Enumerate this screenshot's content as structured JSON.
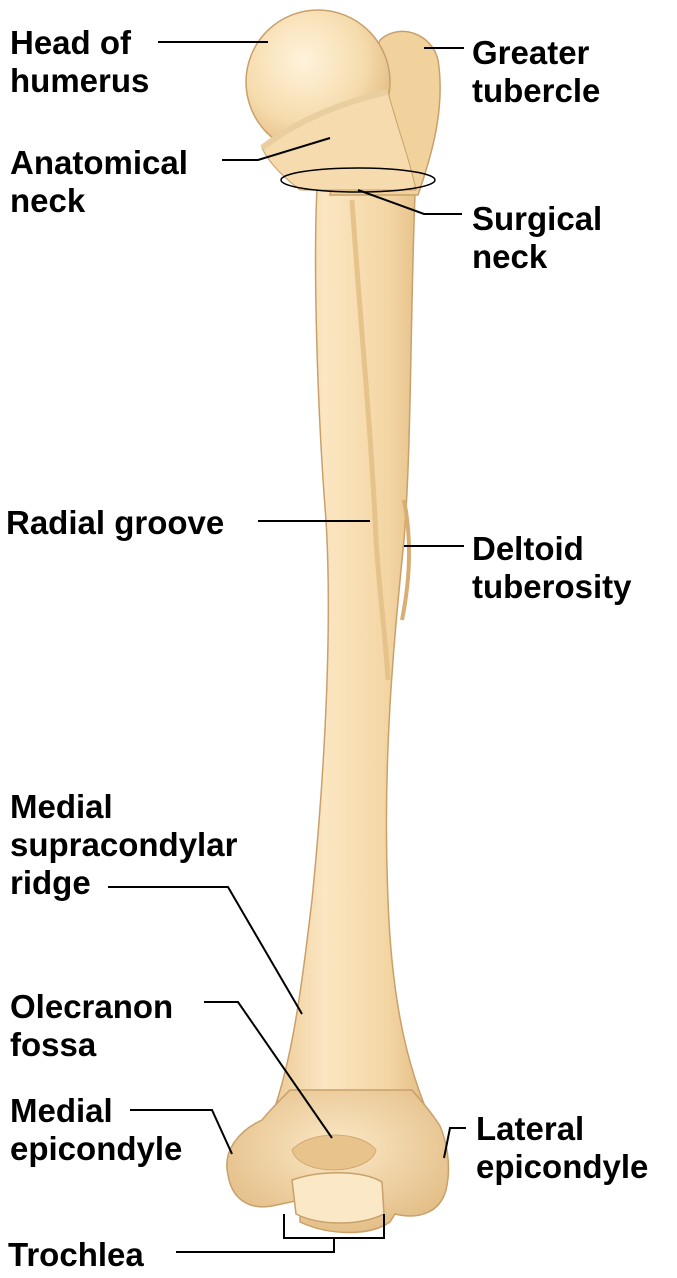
{
  "labels": {
    "head_of_humerus": [
      "Head of",
      "humerus"
    ],
    "greater_tubercle": [
      "Greater",
      "tubercle"
    ],
    "anatomical_neck": [
      "Anatomical",
      "neck"
    ],
    "surgical_neck": [
      "Surgical",
      "neck"
    ],
    "radial_groove": [
      "Radial groove"
    ],
    "deltoid_tuberosity": [
      "Deltoid",
      "tuberosity"
    ],
    "medial_supracondylar_ridge": [
      "Medial",
      "supracondylar",
      "ridge"
    ],
    "olecranon_fossa": [
      "Olecranon",
      "fossa"
    ],
    "medial_epicondyle": [
      "Medial",
      "epicondyle"
    ],
    "lateral_epicondyle": [
      "Lateral",
      "epicondyle"
    ],
    "trochlea": [
      "Trochlea"
    ]
  },
  "colors": {
    "bone_fill": "#f4d6a4",
    "bone_light": "#fbe8c6",
    "bone_shadow": "#dfb77d",
    "bone_outline": "#c9a06a",
    "leader_line": "#000000",
    "text": "#000000"
  }
}
